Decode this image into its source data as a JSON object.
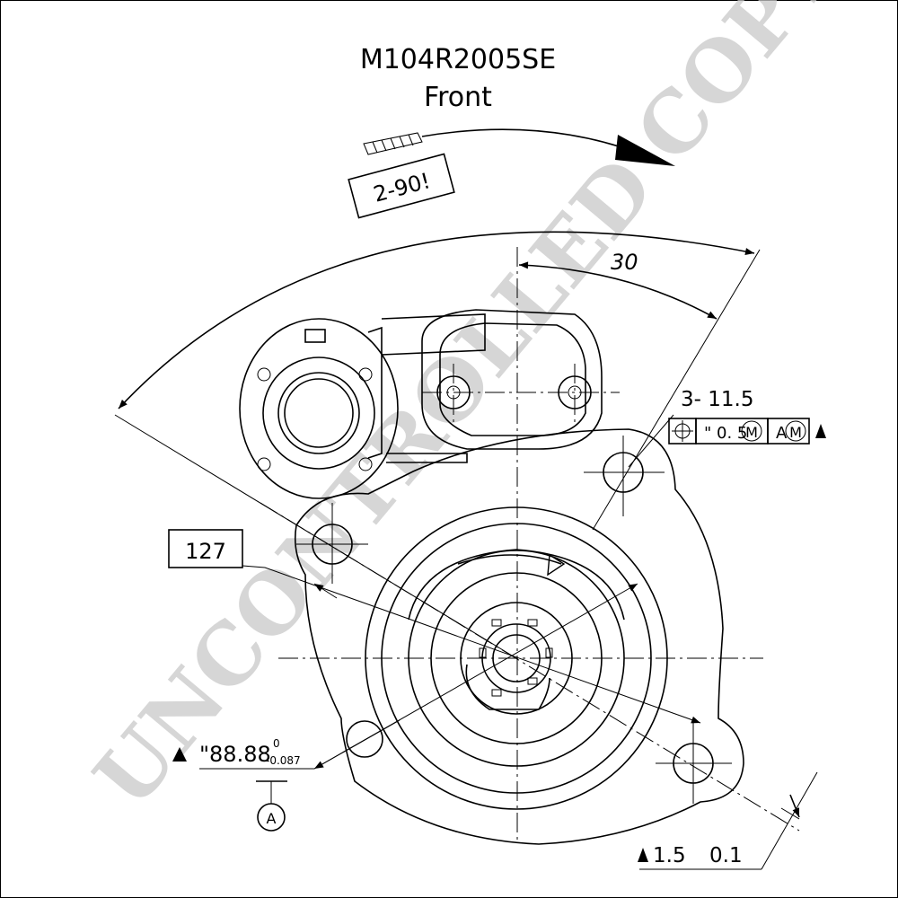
{
  "title": "M104R2005SE",
  "view": "Front",
  "watermark": "UNCONTROLLED COPY",
  "annotations": {
    "angle_box": "2-90!",
    "angle_30": "30",
    "holes": "3-  11.5",
    "tolerance_frame": [
      "ø",
      "\" 0. 5",
      "M",
      "A",
      "M"
    ],
    "pcd_box": "127",
    "pilot_dia": "\"88.88",
    "pilot_tol_upper": "0",
    "pilot_tol_lower": "-0.087",
    "datum": "A",
    "flatness": "1.5",
    "flatness_tol": "0.1"
  },
  "colors": {
    "line": "#000000",
    "watermark": "#c9c9c9"
  }
}
